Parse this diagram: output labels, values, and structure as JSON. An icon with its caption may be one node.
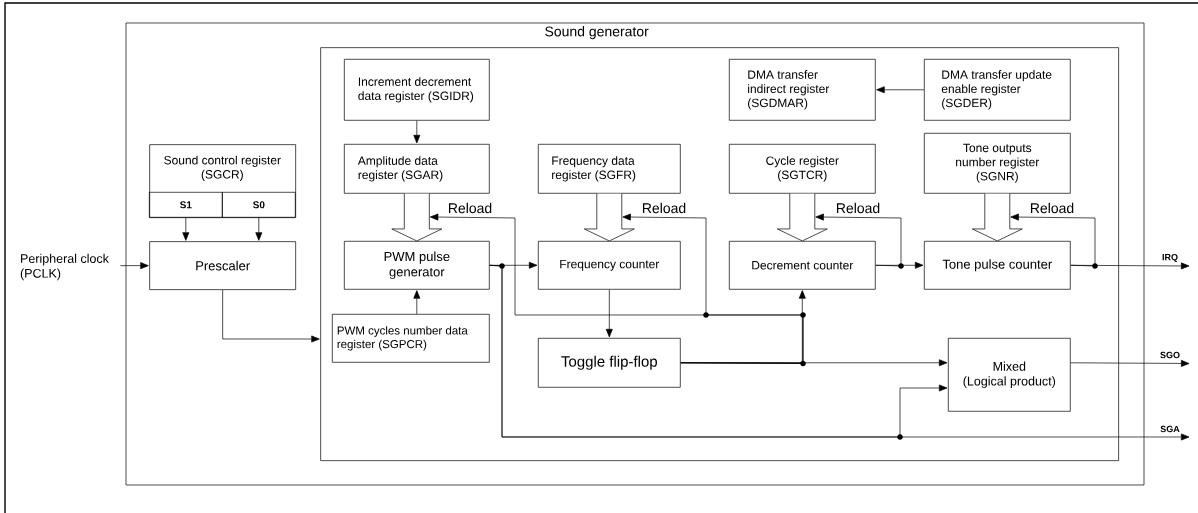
{
  "diagram": {
    "nodes": [
      {
        "text": [
          "Sound generator"
        ]
      },
      {
        "text": [],
        "shape": "box",
        "in": 0
      },
      {
        "text": [
          "Sound control register (SGCR)"
        ],
        "in": 0
      },
      {
        "text": [
          "S1"
        ],
        "in": 2
      },
      {
        "text": [
          "S0"
        ],
        "in": 2
      },
      {
        "text": [
          "Prescaler"
        ],
        "in": 0
      },
      {
        "text": [
          "Peripheral clock (PCLK)"
        ]
      },
      {
        "text": [
          "Increment decrement data register (SGIDR)"
        ],
        "in": 1
      },
      {
        "text": [
          "Amplitude data register (SGAR)"
        ],
        "in": 1
      },
      {
        "text": [
          "PWM pulse generator"
        ],
        "in": 1
      },
      {
        "text": [
          "PWM cycles number data register (SGPCR)"
        ],
        "in": 1
      },
      {
        "text": [
          "Frequency data register (SGFR)"
        ],
        "in": 1
      },
      {
        "text": [
          "Frequency counter"
        ],
        "in": 1
      },
      {
        "text": [
          "Toggle flip-flop"
        ],
        "in": 1
      },
      {
        "text": [
          "DMA transfer indirect register (SGDMAR)"
        ],
        "in": 1
      },
      {
        "text": [
          "DMA transfer update enable register (SGDER)"
        ],
        "in": 1
      },
      {
        "text": [
          "Cycle register (SGTCR)"
        ],
        "in": 1
      },
      {
        "text": [
          "Decrement counter"
        ],
        "in": 1
      },
      {
        "text": [
          "Tone outputs number register (SGNR)"
        ],
        "in": 1
      },
      {
        "text": [
          "Tone pulse counter"
        ],
        "in": 1
      },
      {
        "text": [
          "Mixed",
          "(Logical product)"
        ],
        "in": 1
      }
    ],
    "edges": [
      {
        "from": 6,
        "to": 5,
        "arrow": "to"
      },
      {
        "from": 3,
        "to": 5,
        "arrow": "to"
      },
      {
        "from": 4,
        "to": 5,
        "arrow": "to"
      },
      {
        "from": 5,
        "to": 1,
        "arrow": "to"
      },
      {
        "from": 7,
        "to": 8,
        "arrow": "to"
      },
      {
        "from": 8,
        "to": 9,
        "arrow": "to",
        "style": "thick"
      },
      {
        "from": 10,
        "to": 9,
        "arrow": "to"
      },
      {
        "from": 9,
        "to": 12,
        "arrow": "to"
      },
      {
        "from": 12,
        "to": 13,
        "arrow": "to"
      },
      {
        "from": 11,
        "to": 12,
        "arrow": "to",
        "style": "thick"
      },
      {
        "from": 15,
        "to": 14,
        "arrow": "to"
      },
      {
        "from": 16,
        "to": 17,
        "arrow": "to",
        "style": "thick"
      },
      {
        "from": 17,
        "to": 19,
        "arrow": "to"
      },
      {
        "from": 18,
        "to": 19,
        "arrow": "to",
        "style": "thick"
      },
      {
        "from": 13,
        "to": 9,
        "arrow": "to",
        "label": "Reload"
      },
      {
        "from": 13,
        "to": 12,
        "arrow": "to",
        "label": "Reload"
      },
      {
        "from": 17,
        "to": 17,
        "arrow": "to",
        "label": "Reload"
      },
      {
        "from": 19,
        "to": 19,
        "arrow": "to",
        "label": "Reload"
      },
      {
        "from": 13,
        "to": 17,
        "arrow": "to"
      },
      {
        "from": 13,
        "to": 20,
        "arrow": "to"
      },
      {
        "from": 9,
        "to": 20,
        "arrow": "to"
      },
      {
        "from": 9,
        "to": null,
        "arrow": "to",
        "label": "SGA"
      },
      {
        "from": 19,
        "to": null,
        "arrow": "to",
        "label": "IRQ"
      },
      {
        "from": 20,
        "to": null,
        "arrow": "to",
        "label": "SGO"
      }
    ]
  }
}
